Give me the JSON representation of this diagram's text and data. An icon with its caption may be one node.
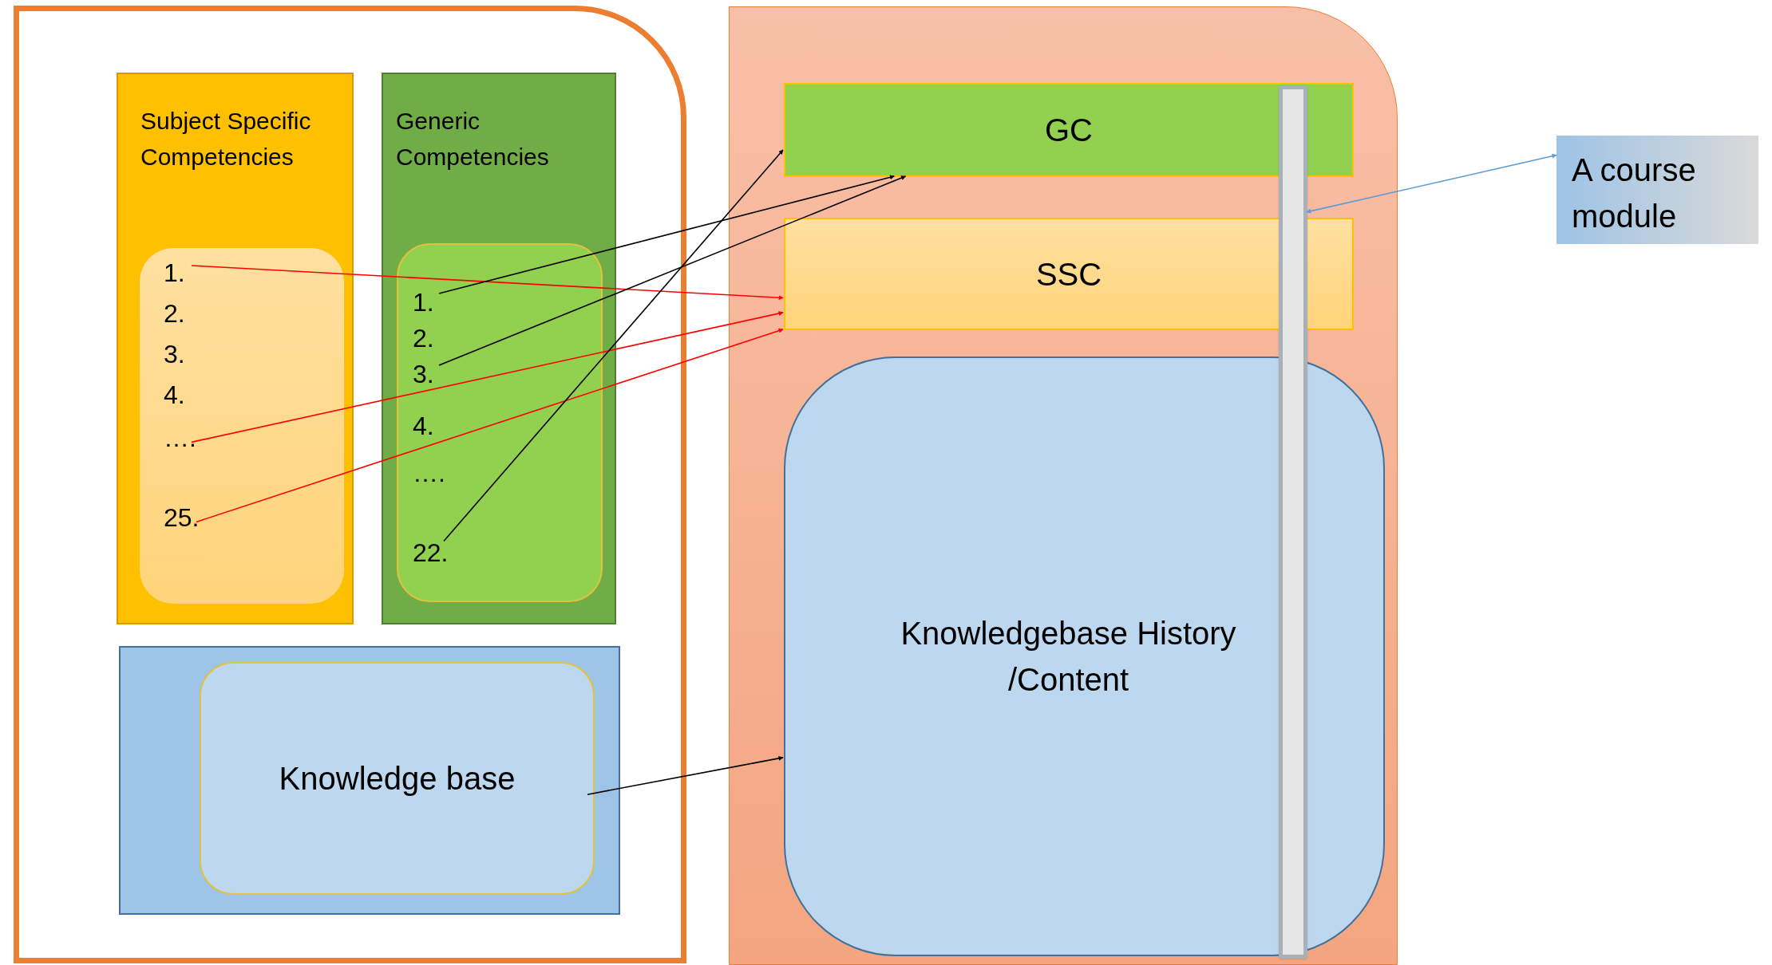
{
  "diagram": {
    "nodes": [
      {
        "text": [],
        "shape": "box"
      },
      {
        "text": [
          "Subject Specific Competencies"
        ],
        "in": 0
      },
      {
        "text": [],
        "shape": "box",
        "in": 1
      },
      {
        "text": [
          "1."
        ],
        "in": 2
      },
      {
        "text": [
          "2."
        ],
        "in": 2
      },
      {
        "text": [
          "3."
        ],
        "in": 2
      },
      {
        "text": [
          "4."
        ],
        "in": 2
      },
      {
        "text": [
          "…."
        ],
        "in": 2
      },
      {
        "text": [
          "25."
        ],
        "in": 2
      },
      {
        "text": [
          "Generic Competencies"
        ],
        "in": 0
      },
      {
        "text": [],
        "shape": "box",
        "in": 9
      },
      {
        "text": [
          "1."
        ],
        "in": 10
      },
      {
        "text": [
          "2."
        ],
        "in": 10
      },
      {
        "text": [
          "3."
        ],
        "in": 10
      },
      {
        "text": [
          "4."
        ],
        "in": 10
      },
      {
        "text": [
          "…."
        ],
        "in": 10
      },
      {
        "text": [
          "22."
        ],
        "in": 10
      },
      {
        "text": [],
        "shape": "box",
        "in": 0
      },
      {
        "text": [
          "Knowledge base"
        ],
        "in": 17
      },
      {
        "text": [],
        "shape": "box"
      },
      {
        "text": [
          "GC"
        ],
        "in": 19
      },
      {
        "text": [
          "SSC"
        ],
        "in": 19
      },
      {
        "text": [
          "Knowledgebase History /Content"
        ],
        "in": 19
      },
      {
        "text": [],
        "shape": "bar",
        "in": 19
      },
      {
        "text": [
          "A course module"
        ]
      }
    ],
    "edges": [
      {
        "from": 3,
        "to": 21,
        "arrow": "to",
        "color": "#ff0000"
      },
      {
        "from": 7,
        "to": 21,
        "arrow": "to",
        "color": "#ff0000"
      },
      {
        "from": 8,
        "to": 21,
        "arrow": "to",
        "color": "#ff0000"
      },
      {
        "from": 11,
        "to": 20,
        "arrow": "to"
      },
      {
        "from": 13,
        "to": 20,
        "arrow": "to"
      },
      {
        "from": 16,
        "to": 20,
        "arrow": "to"
      },
      {
        "from": 18,
        "to": 22,
        "arrow": "to"
      },
      {
        "from": 24,
        "to": 23,
        "arrow": "both",
        "color": "#5b9bd5"
      }
    ]
  }
}
